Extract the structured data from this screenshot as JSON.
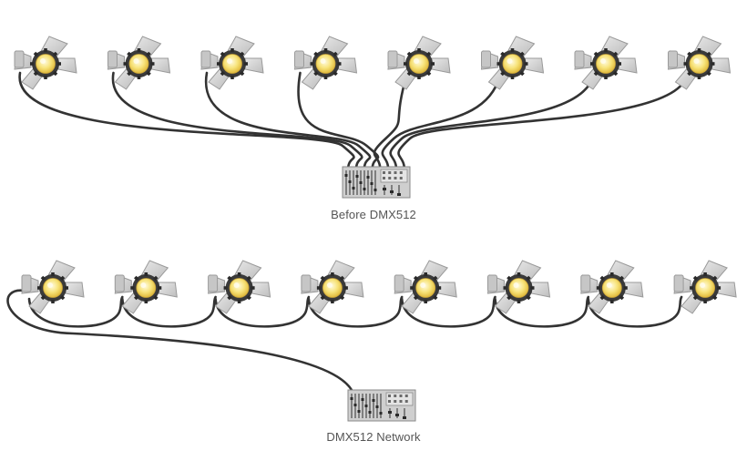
{
  "diagram": {
    "sections": [
      {
        "caption": "Before DMX512",
        "topology": "star",
        "fixture_count": 8,
        "controller": "lighting-console"
      },
      {
        "caption": "DMX512 Network",
        "topology": "daisy-chain",
        "fixture_count": 8,
        "controller": "lighting-console"
      }
    ],
    "icons": {
      "fixture": "stage-light-icon",
      "controller": "lighting-console-icon"
    },
    "colors": {
      "cable": "#333333",
      "fixture_body": "#d4d4d4",
      "fixture_outline": "#9a9a9a",
      "lamp": "#f7e37a",
      "console_body": "#cfcfcf",
      "caption_text": "#555555"
    }
  }
}
